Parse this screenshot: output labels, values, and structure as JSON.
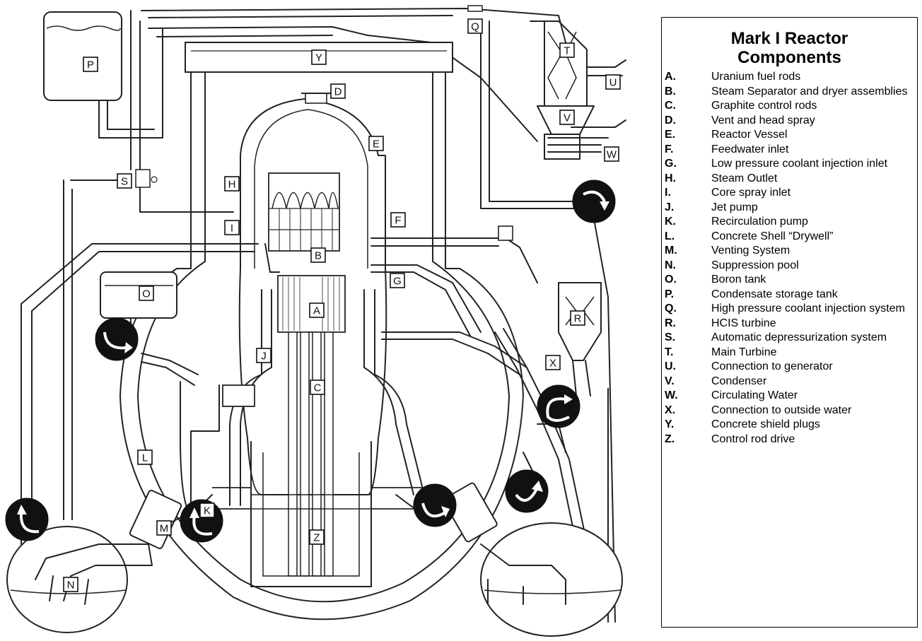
{
  "legend": {
    "title_line1": "Mark I Reactor",
    "title_line2": "Components",
    "items": [
      {
        "key": "A.",
        "text": "Uranium fuel rods"
      },
      {
        "key": "B.",
        "text": "Steam Separator and dryer assemblies"
      },
      {
        "key": "C.",
        "text": "Graphite control rods"
      },
      {
        "key": "D.",
        "text": "Vent and head spray"
      },
      {
        "key": "E.",
        "text": "Reactor Vessel"
      },
      {
        "key": "F.",
        "text": "Feedwater inlet"
      },
      {
        "key": "G.",
        "text": "Low pressure coolant injection inlet"
      },
      {
        "key": "H.",
        "text": "Steam Outlet"
      },
      {
        "key": "I.",
        "text": "Core spray inlet"
      },
      {
        "key": "J.",
        "text": "Jet pump"
      },
      {
        "key": "K.",
        "text": "Recirculation pump"
      },
      {
        "key": "L.",
        "text": "Concrete Shell “Drywell”"
      },
      {
        "key": "M.",
        "text": "Venting System"
      },
      {
        "key": "N.",
        "text": "Suppression pool"
      },
      {
        "key": "O.",
        "text": "Boron tank"
      },
      {
        "key": "P.",
        "text": "Condensate storage tank"
      },
      {
        "key": "Q.",
        "text": "High pressure coolant injection system"
      },
      {
        "key": "R.",
        "text": "HCIS turbine"
      },
      {
        "key": "S.",
        "text": "Automatic depressurization system"
      },
      {
        "key": "T.",
        "text": "Main Turbine"
      },
      {
        "key": "U.",
        "text": "Connection to generator"
      },
      {
        "key": "V.",
        "text": "Condenser"
      },
      {
        "key": "W.",
        "text": "Circulating Water"
      },
      {
        "key": "X.",
        "text": "Connection to outside water"
      },
      {
        "key": "Y.",
        "text": "Concrete shield plugs"
      },
      {
        "key": "Z.",
        "text": "Control rod drive"
      }
    ]
  },
  "diagram": {
    "labels": {
      "A": "A",
      "B": "B",
      "C": "C",
      "D": "D",
      "E": "E",
      "F": "F",
      "G": "G",
      "H": "H",
      "I": "I",
      "J": "J",
      "K": "K",
      "L": "L",
      "M": "M",
      "N": "N",
      "O": "O",
      "P": "P",
      "Q": "Q",
      "R": "R",
      "S": "S",
      "T": "T",
      "U": "U",
      "V": "V",
      "W": "W",
      "X": "X",
      "Y": "Y",
      "Z": "Z"
    },
    "pump_icon": "circular-arrow-pump-icon",
    "line_color": "#222222"
  }
}
